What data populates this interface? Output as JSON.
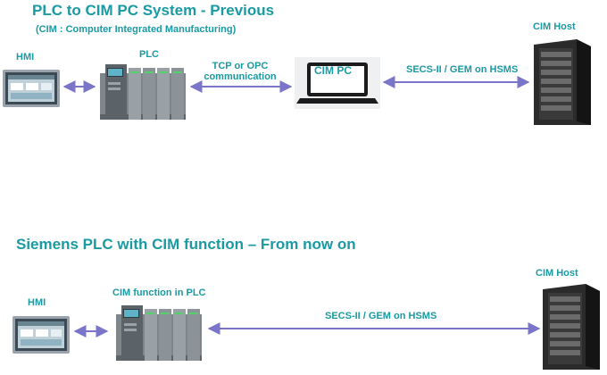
{
  "top": {
    "title": "PLC to CIM  PC System - Previous",
    "subtitle": "(CIM : Computer Integrated Manufacturing)",
    "hmi_label": "HMI",
    "plc_label": "PLC",
    "link_label_line1": "TCP or OPC",
    "link_label_line2": "communication",
    "cim_pc_label": "CIM PC",
    "secs_label": "SECS-II / GEM on HSMS",
    "cim_host_label": "CIM Host"
  },
  "bottom": {
    "title": "Siemens PLC with CIM function – From now on",
    "hmi_label": "HMI",
    "plc_label": "CIM function in PLC",
    "secs_label": "SECS-II / GEM on HSMS",
    "cim_host_label": "CIM Host"
  },
  "colors": {
    "label_teal": "#1a9aa3",
    "arrow_purple": "#7b75c9",
    "server_dark": "#2b2b2b",
    "plc_gray": "#8e959b"
  }
}
